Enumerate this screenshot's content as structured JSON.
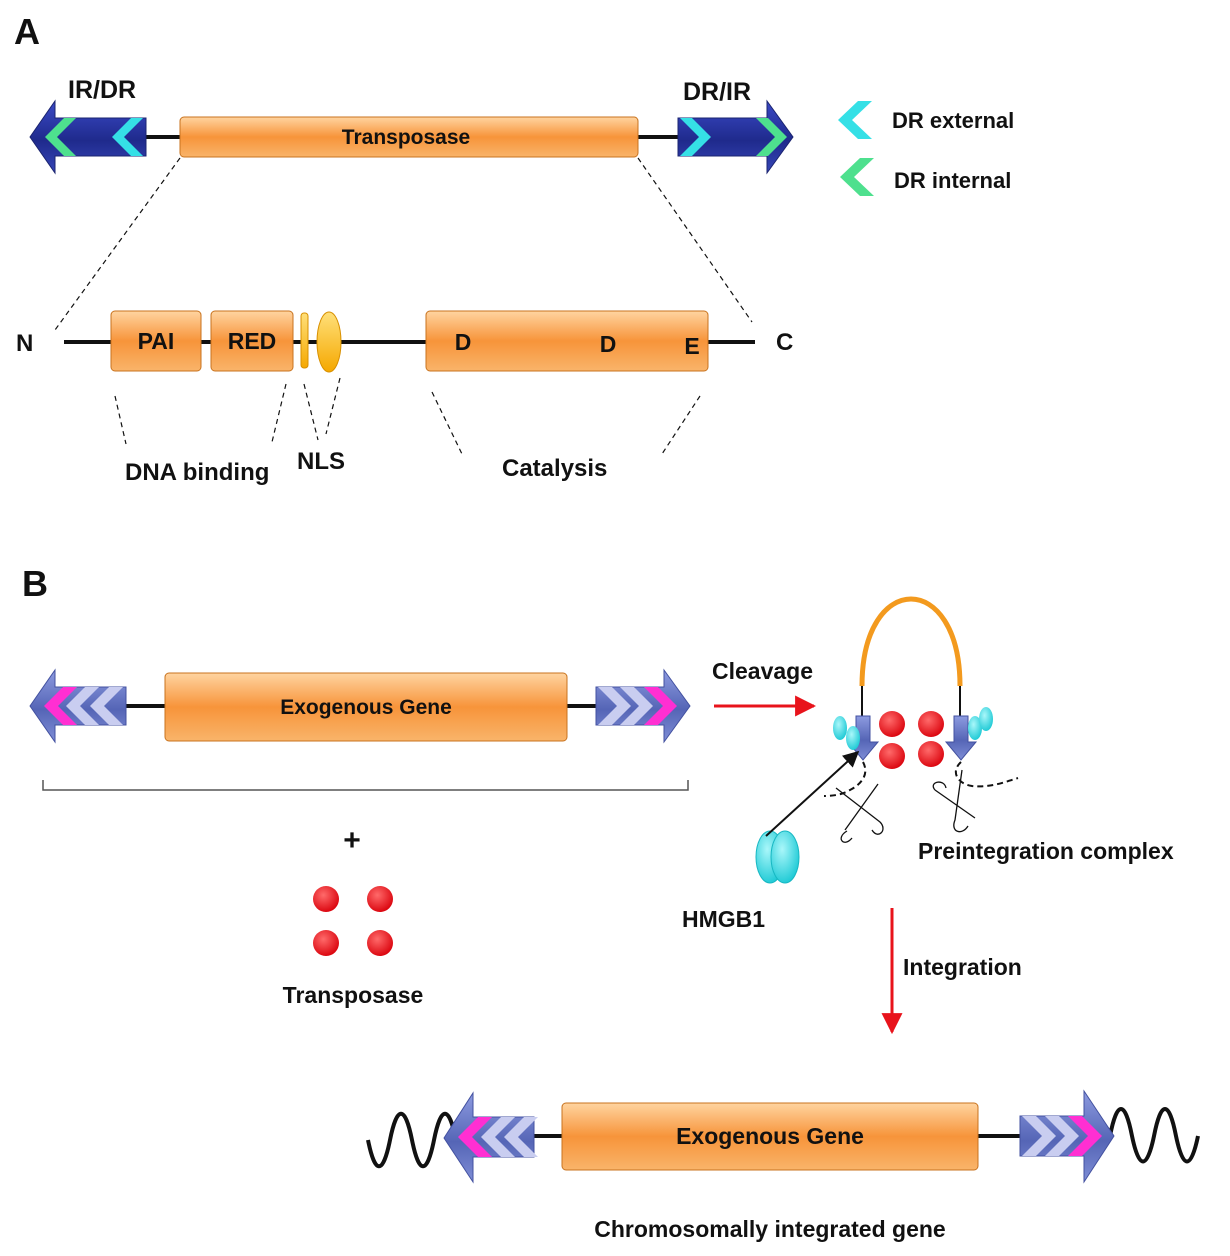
{
  "colors": {
    "orange": "#f39a3c",
    "blue": "#2d3aa8",
    "slate_blue": "#6f7fc7",
    "cyan": "#35e0e6",
    "green": "#4ee08e",
    "magenta": "#ff2fd2",
    "lavender": "#c9cdf0",
    "red": "#e8131b",
    "yellow": "#ffc21a"
  },
  "panel_a": {
    "label": "A",
    "left_end_label": "IR/DR",
    "right_end_label": "DR/IR",
    "gene_label": "Transposase",
    "legend": {
      "external": "DR external",
      "internal": "DR internal"
    },
    "protein": {
      "n_label": "N",
      "c_label": "C",
      "pai": "PAI",
      "red": "RED",
      "d1": "D",
      "d2": "D",
      "e": "E",
      "dna_binding": "DNA binding",
      "nls": "NLS",
      "catalysis": "Catalysis"
    }
  },
  "panel_b": {
    "label": "B",
    "gene_label": "Exogenous Gene",
    "plus": "+",
    "transposase_label": "Transposase",
    "cleavage": "Cleavage",
    "hmgb1": "HMGB1",
    "complex": "Preintegration complex",
    "integration": "Integration",
    "integrated_gene_label": "Exogenous Gene",
    "final_caption": "Chromosomally integrated gene"
  }
}
